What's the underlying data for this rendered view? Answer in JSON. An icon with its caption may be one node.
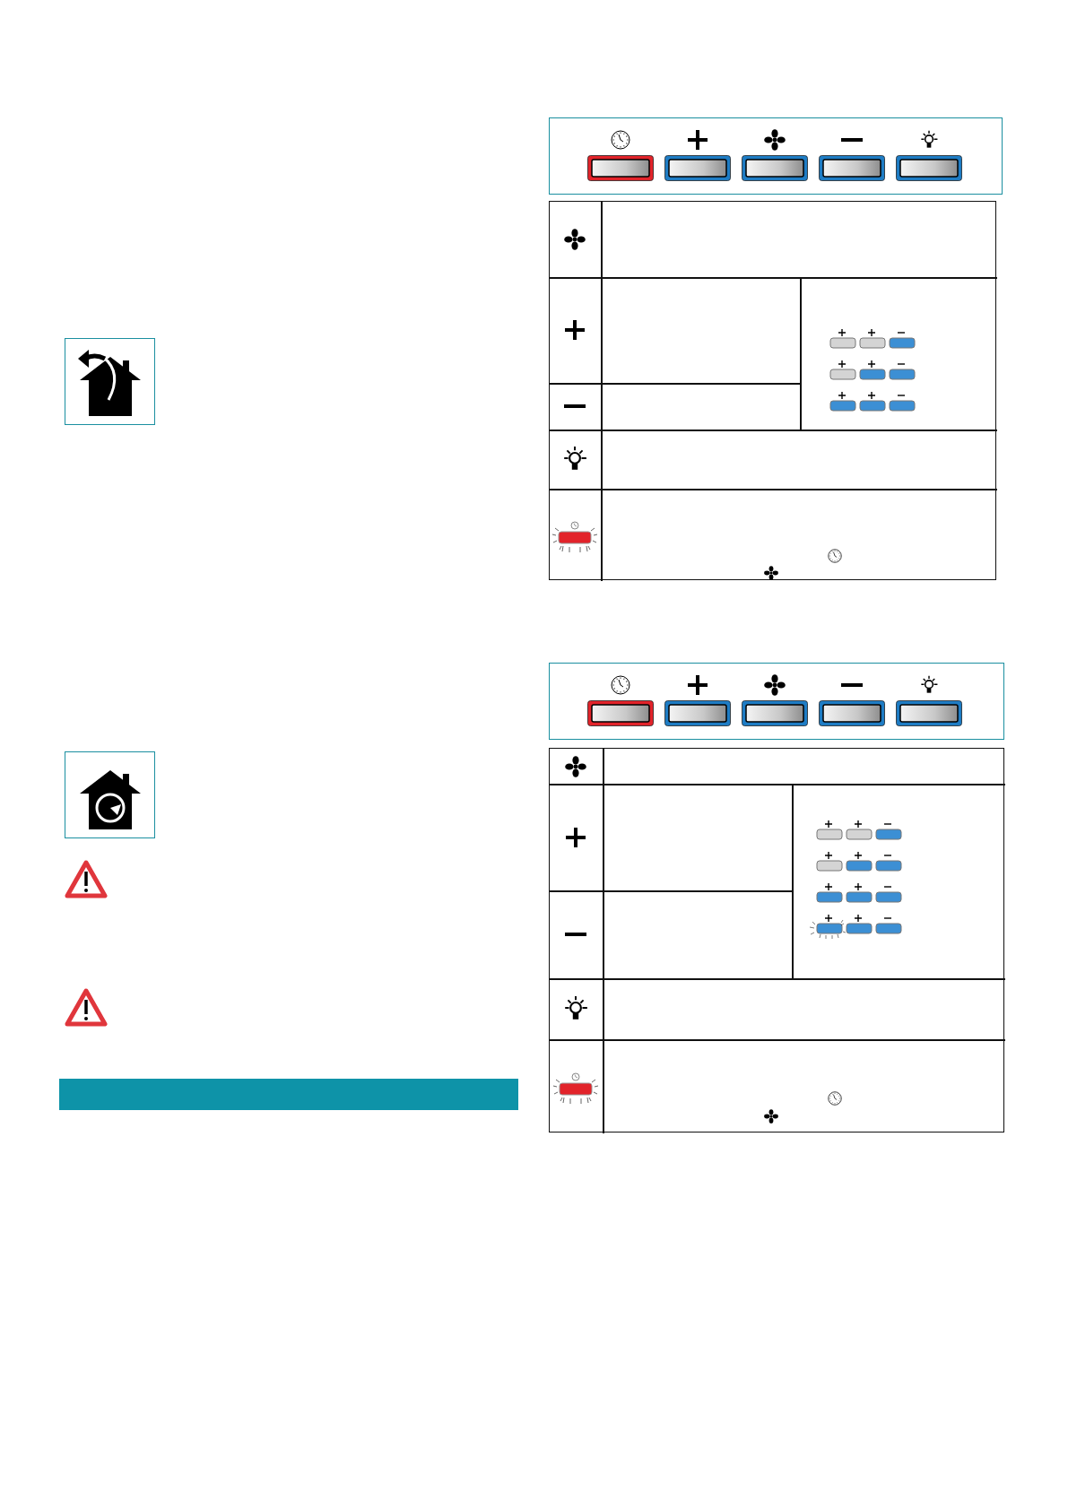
{
  "diagram": {
    "nodes": [
      {
        "text": [],
        "shape": "box"
      },
      {
        "text": [],
        "shape": "box"
      },
      {
        "text": [],
        "shape": "bar"
      },
      {
        "text": [],
        "shape": "box"
      },
      {
        "text": [],
        "shape": "box"
      },
      {
        "text": [],
        "shape": "box"
      },
      {
        "text": [],
        "shape": "box"
      }
    ]
  }
}
